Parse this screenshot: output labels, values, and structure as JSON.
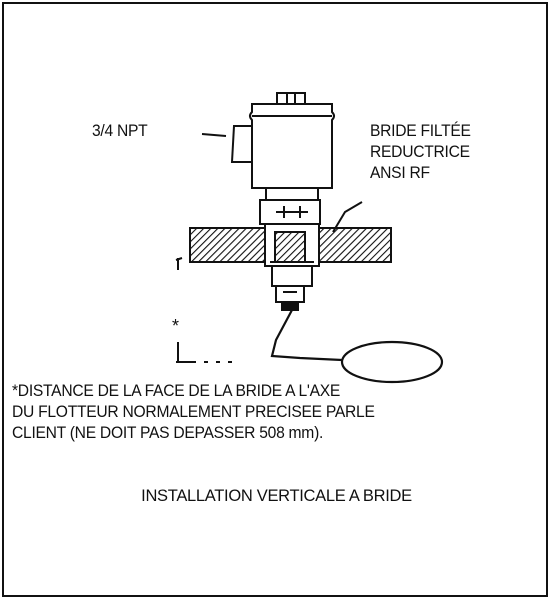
{
  "labels": {
    "npt": "3/4 NPT",
    "flange": [
      "BRIDE FILTÉE",
      "REDUCTRICE",
      "ANSI RF"
    ],
    "dimension_marker": "*"
  },
  "note": [
    "*DISTANCE DE LA FACE DE LA BRIDE A L'AXE",
    "DU FLOTTEUR NORMALEMENT PRECISEE PARLE",
    "CLIENT (NE DOIT PAS DEPASSER 508 mm)."
  ],
  "caption": "INSTALLATION VERTICALE A BRIDE",
  "colors": {
    "line": "#111111",
    "background": "#ffffff"
  }
}
